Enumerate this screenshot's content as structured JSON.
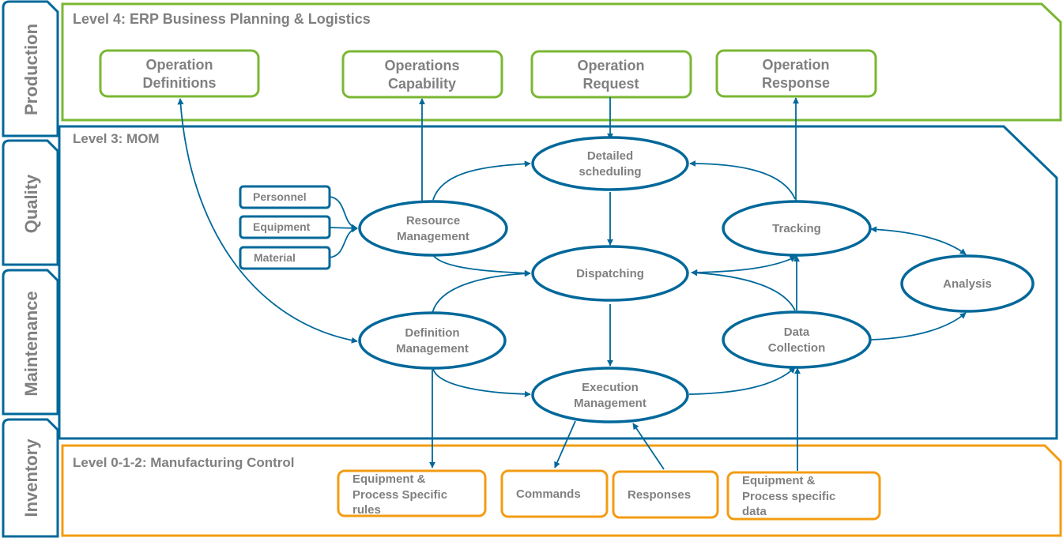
{
  "colors": {
    "blue": "#00689A",
    "green": "#7AB733",
    "orange": "#F39C12",
    "text": "#808080"
  },
  "side_tabs": [
    "Production",
    "Quality",
    "Maintenance",
    "Inventory"
  ],
  "level4": {
    "title": "Level 4: ERP Business Planning & Logistics",
    "boxes": [
      [
        "Operation",
        "Definitions"
      ],
      [
        "Operations",
        "Capability"
      ],
      [
        "Operation",
        "Request"
      ],
      [
        "Operation",
        "Response"
      ]
    ]
  },
  "level3": {
    "title": "Level 3: MOM",
    "resources": [
      "Personnel",
      "Equipment",
      "Material"
    ],
    "activities": {
      "detailed_scheduling": [
        "Detailed",
        "scheduling"
      ],
      "resource_management": [
        "Resource",
        "Management"
      ],
      "tracking": [
        "Tracking"
      ],
      "dispatching": [
        "Dispatching"
      ],
      "analysis": [
        "Analysis"
      ],
      "definition_management": [
        "Definition",
        "Management"
      ],
      "data_collection": [
        "Data",
        "Collection"
      ],
      "execution_management": [
        "Execution",
        "Management"
      ]
    }
  },
  "level012": {
    "title": "Level 0-1-2: Manufacturing Control",
    "boxes": [
      [
        "Equipment &",
        "Process Specific",
        "rules"
      ],
      [
        "Commands"
      ],
      [
        "Responses"
      ],
      [
        "Equipment &",
        "Process specific",
        "data"
      ]
    ]
  }
}
